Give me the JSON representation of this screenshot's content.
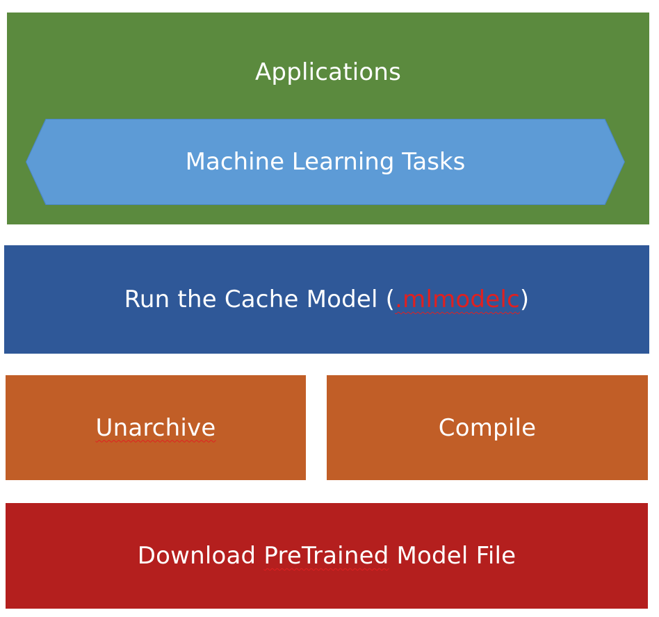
{
  "diagram": {
    "applications": {
      "label": "Applications"
    },
    "ml_tasks": {
      "label": "Machine Learning Tasks"
    },
    "run_cache": {
      "prefix": "Run the Cache Model (",
      "extension": ".mlmodelc",
      "suffix": ")"
    },
    "unarchive": {
      "label": "Unarchive"
    },
    "compile": {
      "label": "Compile"
    },
    "download": {
      "prefix": "Download ",
      "highlight": "PreTrained",
      "suffix": " Model File"
    }
  },
  "colors": {
    "applications": "#5b8a3e",
    "ml_tasks": "#5d9bd6",
    "run_cache": "#2f5898",
    "unarchive": "#c15e27",
    "compile": "#c15e27",
    "download": "#b41f1e",
    "text": "#ffffff",
    "spellcheck": "#e02020"
  }
}
